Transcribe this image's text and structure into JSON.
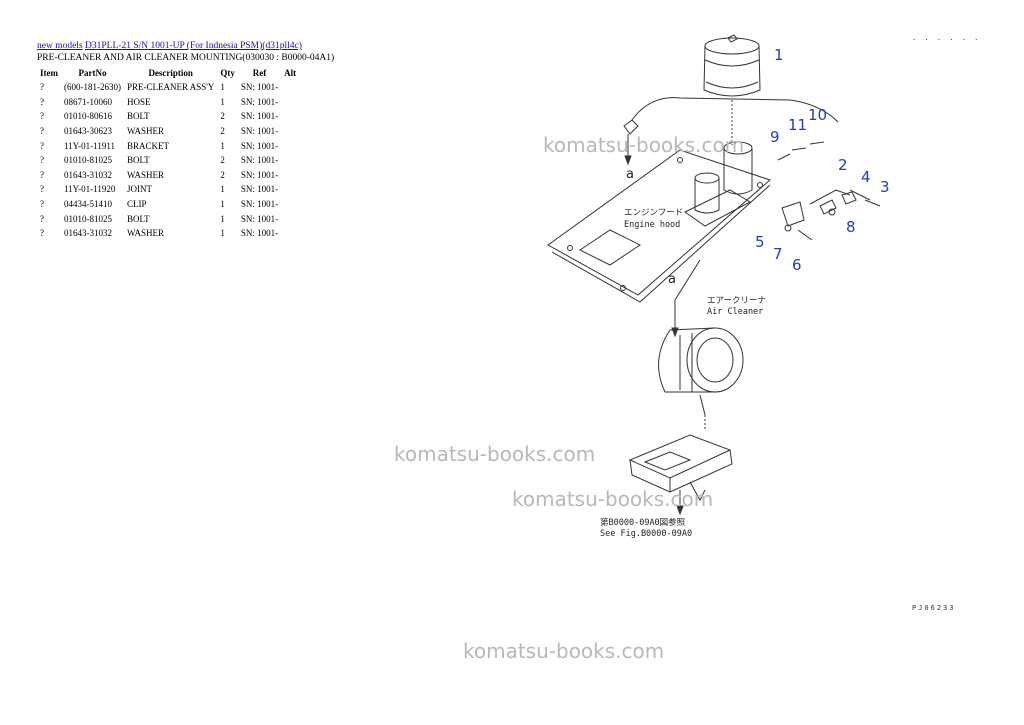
{
  "breadcrumb": {
    "link1": "new models",
    "link2": "D31PLL-21 S/N 1001-UP (For Indnesia PSM)(d31pll4c)"
  },
  "page_title": "PRE-CLEANER AND AIR CLEANER MOUNTING(030030 : B0000-04A1)",
  "table": {
    "headers": [
      "Item",
      "PartNo",
      "Description",
      "Qty",
      "Ref",
      "Alt"
    ],
    "rows": [
      [
        "?",
        "(600-181-2630)",
        "PRE-CLEANER ASS'Y",
        "1",
        "SN: 1001-",
        ""
      ],
      [
        "?",
        "08671-10060",
        "HOSE",
        "1",
        "SN: 1001-",
        ""
      ],
      [
        "?",
        "01010-80616",
        "BOLT",
        "2",
        "SN: 1001-",
        ""
      ],
      [
        "?",
        "01643-30623",
        "WASHER",
        "2",
        "SN: 1001-",
        ""
      ],
      [
        "?",
        "11Y-01-11911",
        "BRACKET",
        "1",
        "SN: 1001-",
        ""
      ],
      [
        "?",
        "01010-81025",
        "BOLT",
        "2",
        "SN: 1001-",
        ""
      ],
      [
        "?",
        "01643-31032",
        "WASHER",
        "2",
        "SN: 1001-",
        ""
      ],
      [
        "?",
        "11Y-01-11920",
        "JOINT",
        "1",
        "SN: 1001-",
        ""
      ],
      [
        "?",
        "04434-51410",
        "CLIP",
        "1",
        "SN: 1001-",
        ""
      ],
      [
        "?",
        "01010-81025",
        "BOLT",
        "1",
        "SN: 1001-",
        ""
      ],
      [
        "?",
        "01643-31032",
        "WASHER",
        "1",
        "SN: 1001-",
        ""
      ]
    ]
  },
  "diagram": {
    "callouts": [
      "1",
      "2",
      "3",
      "4",
      "5",
      "6",
      "7",
      "8",
      "9",
      "10",
      "11"
    ],
    "ref_letter": "a",
    "engine_hood_jp": "エンジンフード",
    "engine_hood_en": "Engine hood",
    "air_cleaner_jp": "エアークリーナ",
    "air_cleaner_en": "Air Cleaner",
    "see_fig_jp": "第B0000-09A0図参照",
    "see_fig_en": "See Fig.B0000-09A0",
    "corner_code": "· · · · · ·",
    "figure_code": "PJ06233"
  },
  "watermark": "komatsu-books.com"
}
